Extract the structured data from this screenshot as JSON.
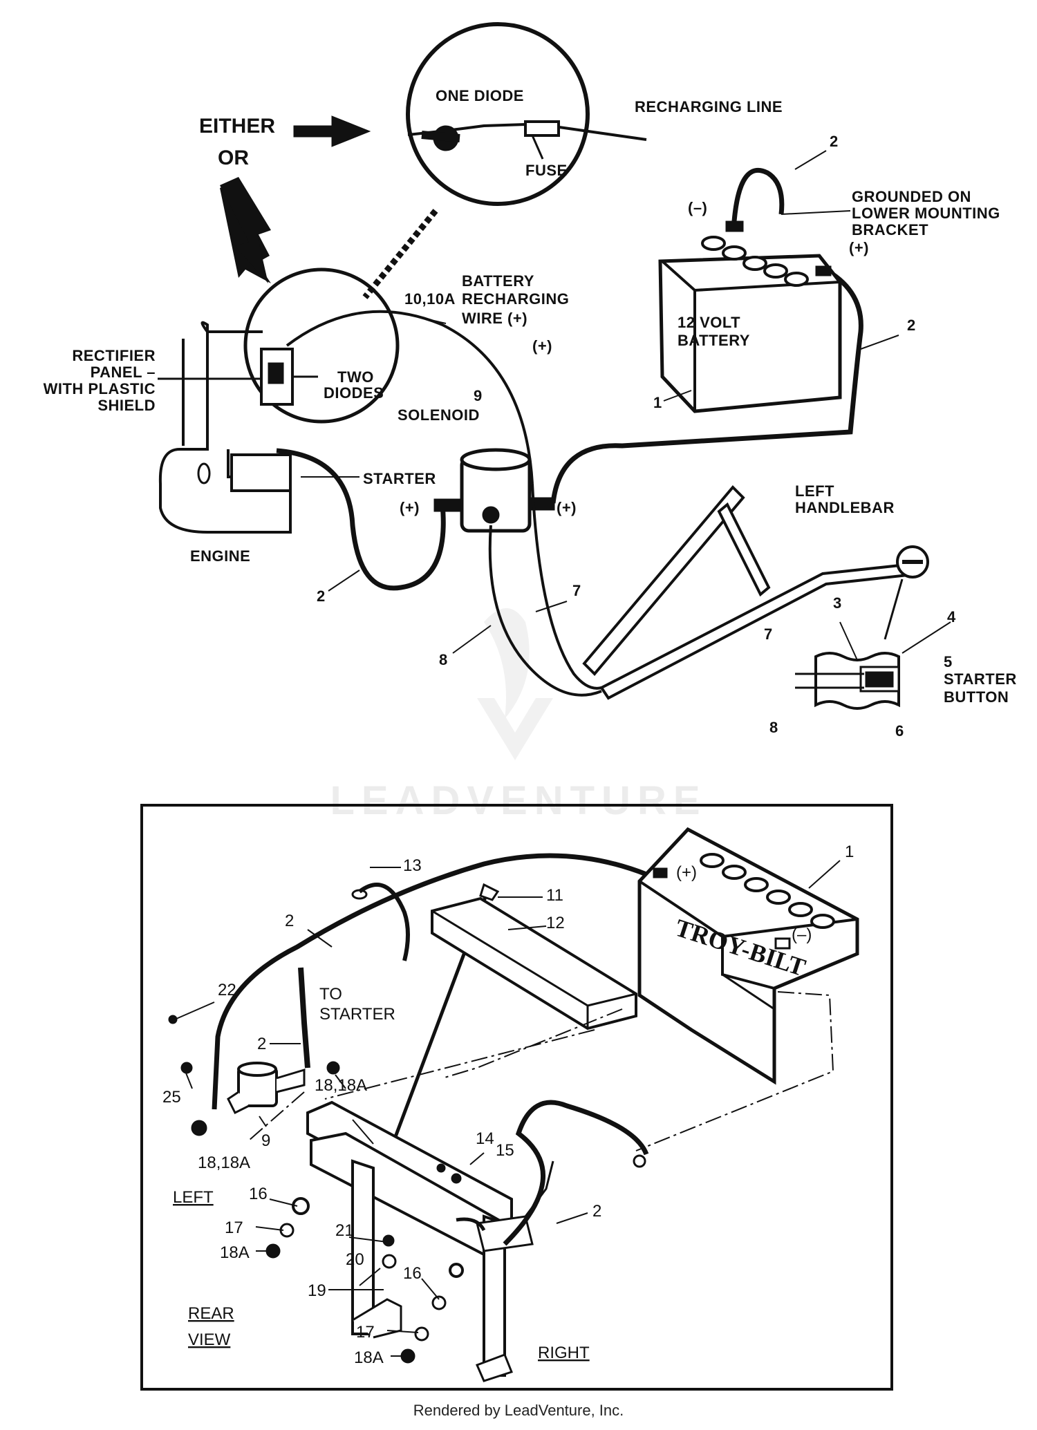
{
  "labels": {
    "either": "EITHER",
    "or": "OR",
    "one_diode": "ONE DIODE",
    "recharging_line": "RECHARGING LINE",
    "fuse": "FUSE",
    "grounded_1": "GROUNDED ON",
    "grounded_2": "LOWER MOUNTING",
    "grounded_3": "BRACKET",
    "minus": "(–)",
    "plus": "(+)",
    "battery_recharging_1": "BATTERY",
    "battery_recharging_2": "RECHARGING",
    "battery_recharging_3": "WIRE (+)",
    "wire_part": "10,10A",
    "battery_label_1": "12 VOLT",
    "battery_label_2": "BATTERY",
    "rectifier_1": "RECTIFIER",
    "rectifier_2": "PANEL –",
    "rectifier_3": "WITH PLASTIC",
    "rectifier_4": "SHIELD",
    "two_diodes_1": "TWO",
    "two_diodes_2": "DIODES",
    "solenoid": "SOLENOID",
    "starter": "STARTER",
    "engine": "ENGINE",
    "left_handlebar_1": "LEFT",
    "left_handlebar_2": "HANDLEBAR",
    "starter_button_1": "STARTER",
    "starter_button_2": "BUTTON",
    "to_starter_1": "TO",
    "to_starter_2": "STARTER",
    "left": "LEFT",
    "right": "RIGHT",
    "rear_view_1": "REAR",
    "rear_view_2": "VIEW",
    "brand": "TROY-BILT"
  },
  "callouts_top": {
    "c2a": "2",
    "c2b": "2",
    "c2c": "2",
    "c1": "1",
    "c9": "9",
    "c7a": "7",
    "c8a": "8",
    "c3": "3",
    "c4": "4",
    "c5": "5",
    "c7b": "7",
    "c8b": "8",
    "c6": "6"
  },
  "callouts_bottom": {
    "b13": "13",
    "b11": "11",
    "b12": "12",
    "b1": "1",
    "b2a": "2",
    "b22": "22",
    "b2b": "2",
    "b25": "25",
    "b18a": "18,18A",
    "b18b": "18,18A",
    "b9": "9",
    "b14": "14",
    "b15": "15",
    "b16a": "16",
    "b17a": "17",
    "b18c": "18A",
    "b21": "21",
    "b20": "20",
    "b19": "19",
    "b16b": "16",
    "b17b": "17",
    "b18d": "18A",
    "b2c": "2"
  },
  "watermark": "LEADVENTURE",
  "footer": "Rendered by LeadVenture, Inc."
}
